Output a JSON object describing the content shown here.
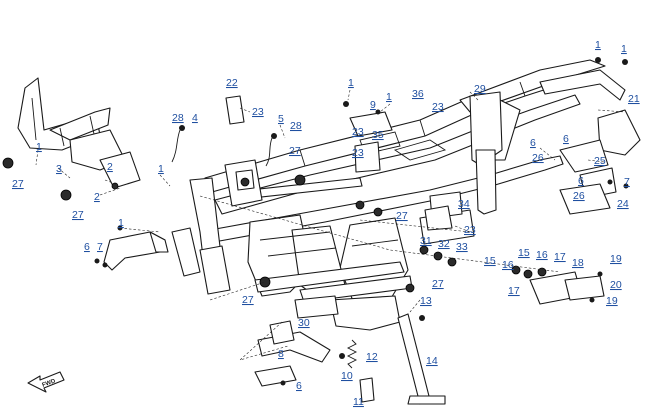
{
  "diagram": {
    "fwd_label": "FWD",
    "callouts": [
      "1",
      "1",
      "1",
      "1",
      "1",
      "1",
      "1",
      "2",
      "2",
      "3",
      "4",
      "5",
      "6",
      "6",
      "6",
      "6",
      "7",
      "8",
      "9",
      "10",
      "11",
      "12",
      "13",
      "14",
      "15",
      "15",
      "16",
      "16",
      "17",
      "17",
      "18",
      "19",
      "19",
      "20",
      "21",
      "22",
      "23",
      "23",
      "23",
      "23",
      "23",
      "24",
      "25",
      "26",
      "26",
      "27",
      "27",
      "27",
      "27",
      "27",
      "27",
      "28",
      "28",
      "29",
      "30",
      "31",
      "32",
      "33",
      "34",
      "35",
      "36"
    ]
  }
}
